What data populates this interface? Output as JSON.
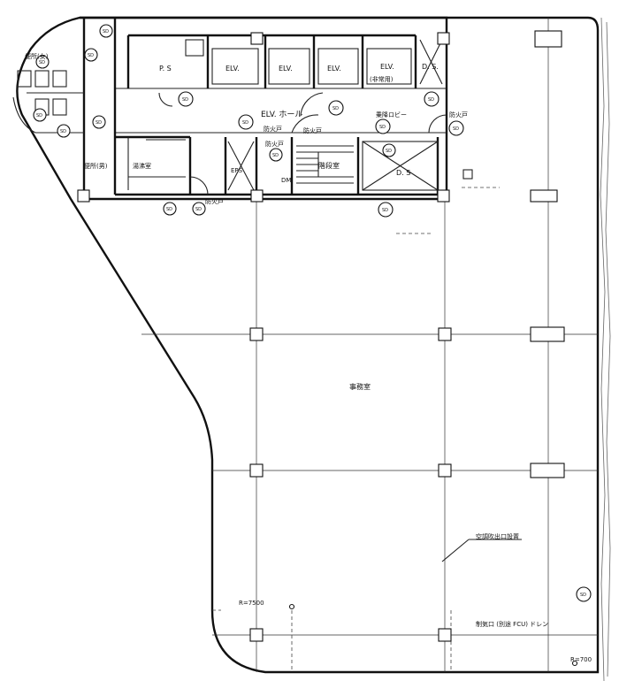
{
  "labels": {
    "pb": "P. S",
    "elv1": "ELV.",
    "elv2": "ELV.",
    "elv3": "ELV.",
    "elv4": "ELV.",
    "elv4_sub": "(非常用)",
    "ds_top": "D. S.",
    "elv_hall": "ELV. ホール",
    "lobby": "乗降ロビー",
    "ds_mid": "D. S",
    "stair": "階段室",
    "shower": "便所(女)",
    "wc": "便所(男)",
    "storage": "湯沸室",
    "office": "事務室",
    "dm": "DM",
    "fireproof1": "防火戸",
    "fireproof2": "防火戸",
    "fireproof3": "防火戸",
    "fireproof4": "防火戸",
    "fireproof5": "防火戸",
    "eps": "EPS",
    "r_left": "R=7500",
    "r_right": "R=700",
    "note1": "空調吹出口設置",
    "note2": "制気口 (別途 FCU) ドレン"
  },
  "tags": [
    "SD",
    "SD",
    "SD",
    "SD",
    "SD",
    "SD",
    "SD",
    "SD",
    "SD",
    "SD",
    "SD",
    "SD",
    "SD",
    "SD",
    "SD",
    "SD",
    "SD",
    "SD"
  ]
}
